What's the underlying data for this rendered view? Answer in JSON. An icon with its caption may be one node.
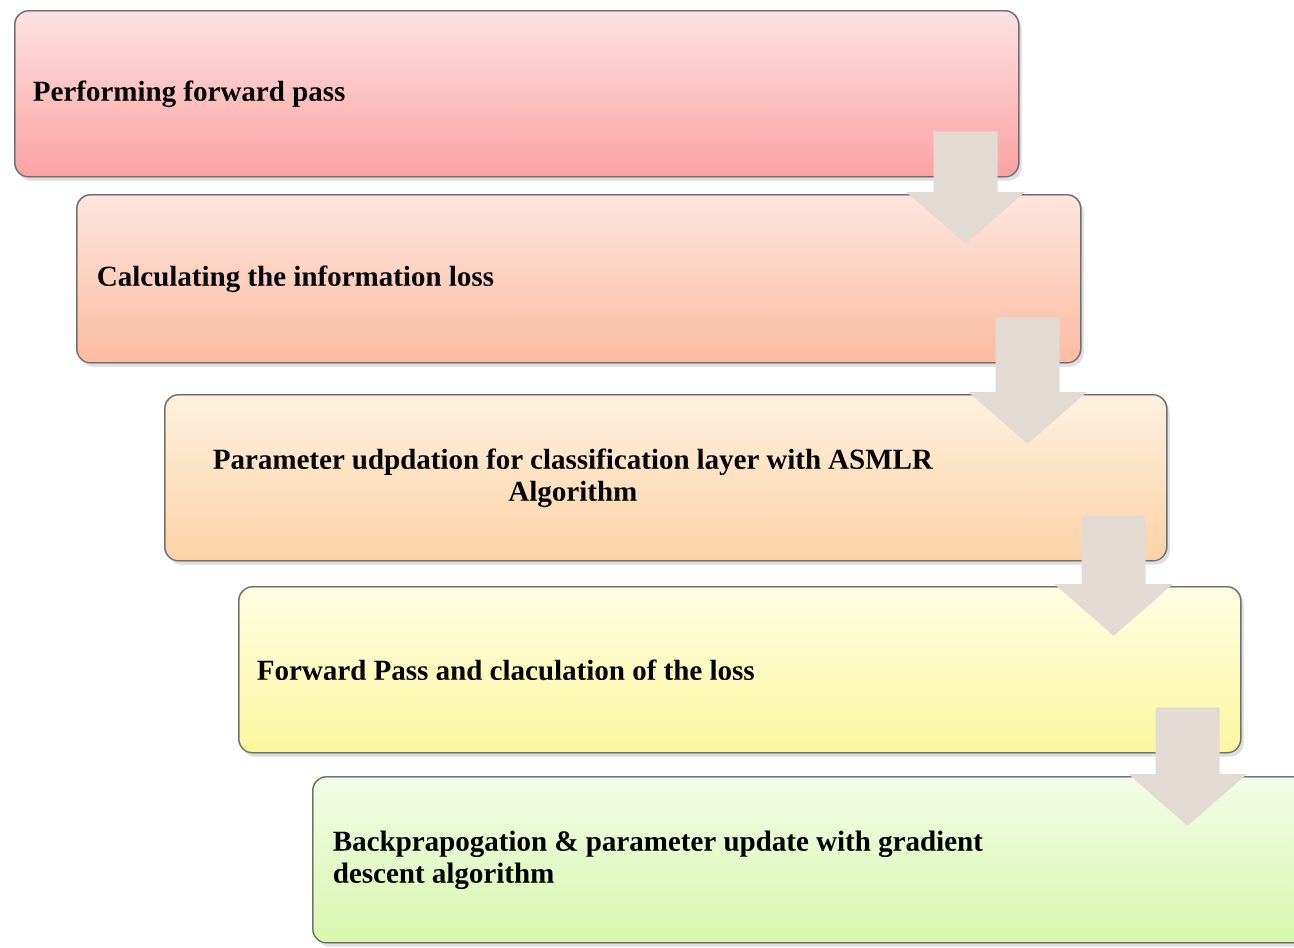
{
  "diagram": {
    "nodes": [
      {
        "text": [
          "Performing forward pass"
        ]
      },
      {
        "text": [
          "Calculating the information loss"
        ]
      },
      {
        "text": [
          "Parameter udpdation for classification layer with ASMLR Algorithm"
        ]
      },
      {
        "text": [
          "Forward Pass and claculation of the loss"
        ]
      },
      {
        "text": [
          "Backprapogation & parameter update with gradient descent algorithm"
        ]
      }
    ],
    "edges": [
      {
        "from": 0,
        "to": 1,
        "arrow": "to"
      },
      {
        "from": 1,
        "to": 2,
        "arrow": "to"
      },
      {
        "from": 2,
        "to": 3,
        "arrow": "to"
      },
      {
        "from": 3,
        "to": 4,
        "arrow": "to"
      }
    ]
  }
}
